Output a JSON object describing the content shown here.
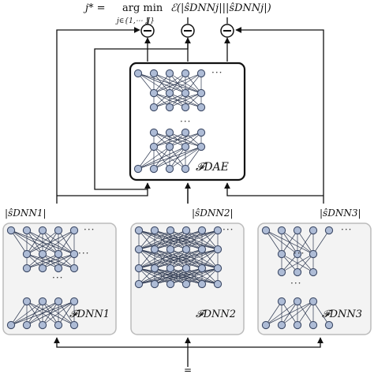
{
  "diagram": {
    "equation": {
      "lhs": "j* = ",
      "operator": "arg min",
      "objective": "ℰ(|ŝDNNj|||ŝDNNj|)",
      "constraint": "j∈{1,⋯ ,J}"
    },
    "dae_block": {
      "label": "𝓕DAE"
    },
    "dnn_blocks": [
      {
        "label": "𝓕DNN1",
        "output": "|ŝDNN1|"
      },
      {
        "label": "𝓕DNN2",
        "output": "|ŝDNN2|"
      },
      {
        "label": "𝓕DNN3",
        "output": "|ŝDNN3|"
      }
    ],
    "ellipsis": "···",
    "vdots": "⋮",
    "bottom_input": "="
  },
  "colors": {
    "node_fill": "#aebcd6",
    "node_stroke": "#3d4a66",
    "edge": "#2f3a52",
    "dnn_box_fill": "#f3f3f3",
    "dnn_box_stroke": "#bbbbbb",
    "dae_box_stroke": "#111111"
  }
}
